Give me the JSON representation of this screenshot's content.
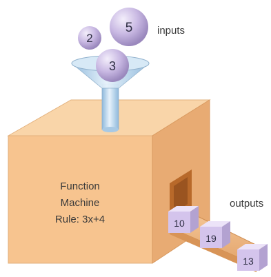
{
  "labels": {
    "inputs": "inputs",
    "outputs": "outputs"
  },
  "machine": {
    "line1": "Function",
    "line2": "Machine",
    "line3": "Rule: 3x+4"
  },
  "inputs": [
    "2",
    "5",
    "3"
  ],
  "outputs": [
    "10",
    "19",
    "13"
  ],
  "colors": {
    "box_front": "#f7c48f",
    "box_side": "#e8ab73",
    "box_top": "#f9d5a9",
    "ball": "#c9b9e3",
    "cube": "#d4c4ec",
    "funnel": "#b9d8f0"
  }
}
